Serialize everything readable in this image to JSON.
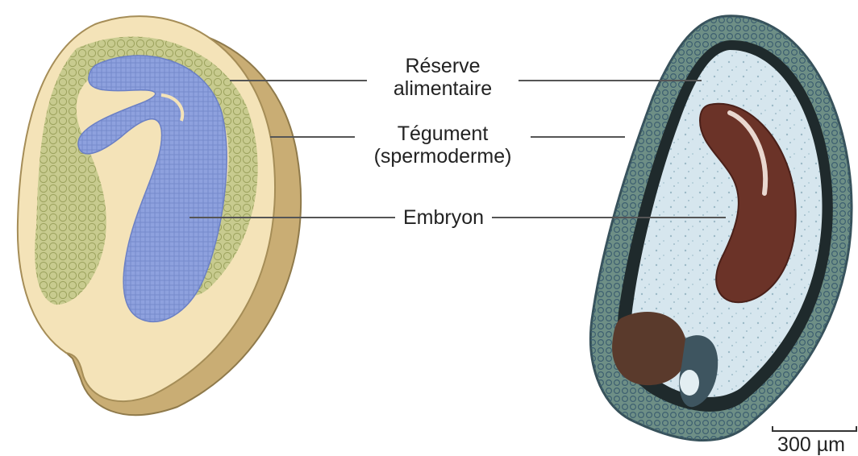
{
  "labels": {
    "food_reserve_line1": "Réserve",
    "food_reserve_line2": "alimentaire",
    "seed_coat_line1": "Tégument",
    "seed_coat_line2": "(spermoderme)",
    "embryo": "Embryon"
  },
  "scale_bar": {
    "label": "300 µm"
  },
  "colors": {
    "seed_outer": "#cfb47e",
    "seed_face": "#f4e3b8",
    "reserve": "#bfc48b",
    "embryo": "#8c9fdd",
    "micro_stain": "#5f8aa0",
    "micro_embryo": "#6b3328",
    "leader_line": "#555555"
  }
}
